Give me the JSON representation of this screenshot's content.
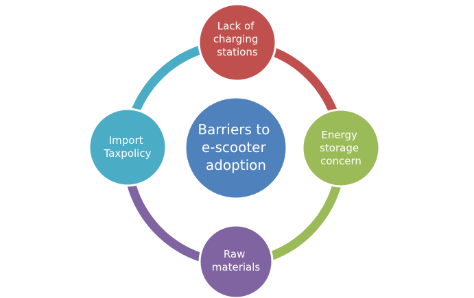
{
  "center": {
    "lines": [
      "Barriers to",
      "e-scooter",
      "adoption"
    ],
    "color": "#4F81BD"
  },
  "nodes": [
    {
      "id": "top",
      "lines": [
        "Lack of",
        "charging",
        "stations"
      ],
      "color": "#C0504D"
    },
    {
      "id": "right",
      "lines": [
        "Energy",
        "storage",
        "concern"
      ],
      "color": "#9BBB59"
    },
    {
      "id": "bottom",
      "lines": [
        "Raw",
        "materials"
      ],
      "color": "#8064A2"
    },
    {
      "id": "left",
      "lines": [
        "Import",
        "Taxpolicy"
      ],
      "color": "#4BACC6"
    }
  ]
}
